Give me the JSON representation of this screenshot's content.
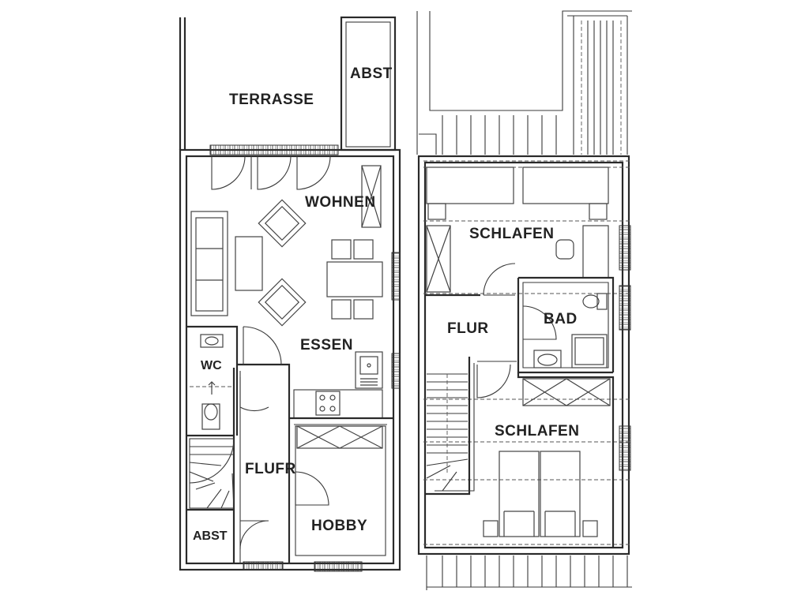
{
  "ground_floor": {
    "labels": {
      "terrace": "TERRASSE",
      "storage_top": "ABST",
      "living": "WOHNEN",
      "dining": "ESSEN",
      "wc": "WC",
      "hall": "FLUFR",
      "storage_bottom": "ABST",
      "hobby": "HOBBY"
    }
  },
  "upper_floor": {
    "labels": {
      "bedroom_top": "SCHLAFEN",
      "hall": "FLUR",
      "bath": "BAD",
      "bedroom_bottom": "SCHLAFEN"
    }
  }
}
